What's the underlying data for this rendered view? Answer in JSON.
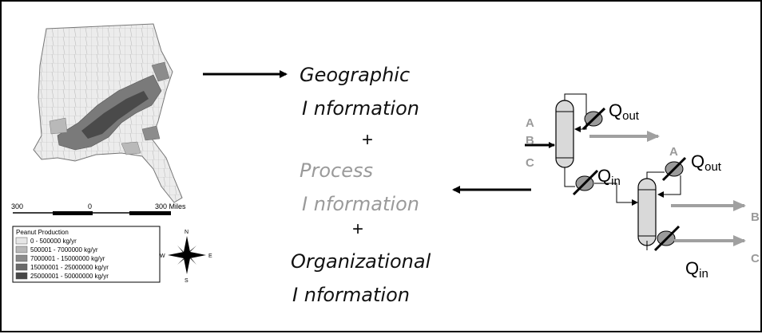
{
  "map": {
    "scale_labels": [
      "300",
      "0",
      "300 Miles"
    ],
    "legend_title": "Peanut Production",
    "legend_items": [
      {
        "label": "0 - 500000 kg/yr",
        "color": "#e6e6e6"
      },
      {
        "label": "500001 - 7000000 kg/yr",
        "color": "#b9b9b9"
      },
      {
        "label": "7000001 - 15000000 kg/yr",
        "color": "#8c8c8c"
      },
      {
        "label": "15000001 - 25000000 kg/yr",
        "color": "#6a6a6a"
      },
      {
        "label": "25000001 - 50000000 kg/yr",
        "color": "#474747"
      }
    ],
    "compass": {
      "n": "N",
      "s": "S",
      "e": "E",
      "w": "W"
    }
  },
  "center": {
    "geo_line1": "Geographic",
    "geo_line2": "I nformation",
    "plus1": "+",
    "proc_line1": "Process",
    "proc_line2": "I nformation",
    "plus2": "+",
    "org_line1": "Organizational",
    "org_line2": "I nformation"
  },
  "process": {
    "feed_labels": [
      "A",
      "B",
      "C"
    ],
    "col2_label": "A",
    "out_labels": [
      "B",
      "C"
    ],
    "q_labels": [
      {
        "main": "Q",
        "sub": "out"
      },
      {
        "main": "Q",
        "sub": "in"
      },
      {
        "main": "Q",
        "sub": "out"
      },
      {
        "main": "Q",
        "sub": "in"
      }
    ]
  },
  "colors": {
    "accent_gray": "#9a9a9a",
    "arrow_black": "#111111",
    "arrow_gray": "#a0a0a0"
  }
}
